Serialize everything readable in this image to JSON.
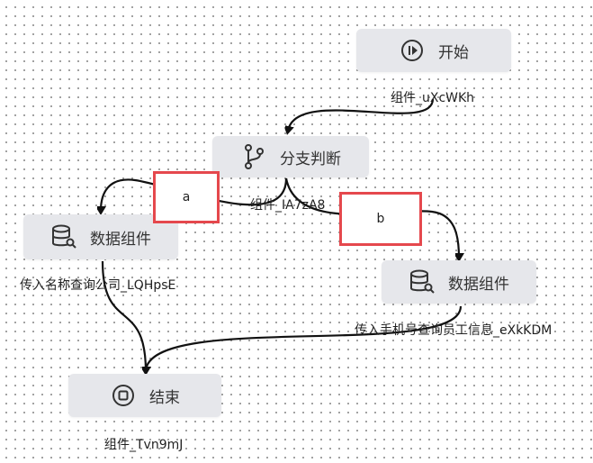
{
  "nodes": {
    "start": {
      "label": "开始",
      "caption": "组件_uXcWKh",
      "icon": "play-circle-icon"
    },
    "branch": {
      "label": "分支判断",
      "caption": "组件_IA7zA8",
      "icon": "git-branch-icon"
    },
    "data1": {
      "label": "数据组件",
      "caption": "传入名称查询公司_LQHpsE",
      "icon": "database-search-icon"
    },
    "data2": {
      "label": "数据组件",
      "caption": "传入手机号查询员工信息_eXkKDM",
      "icon": "database-search-icon"
    },
    "end": {
      "label": "结束",
      "caption": "组件_Tvn9mJ",
      "icon": "stop-circle-icon"
    }
  },
  "edges": {
    "a": {
      "label": "a"
    },
    "b": {
      "label": "b"
    }
  },
  "colors": {
    "node_bg": "#e6e7eb",
    "highlight": "#e5484d",
    "edge": "#111111"
  }
}
